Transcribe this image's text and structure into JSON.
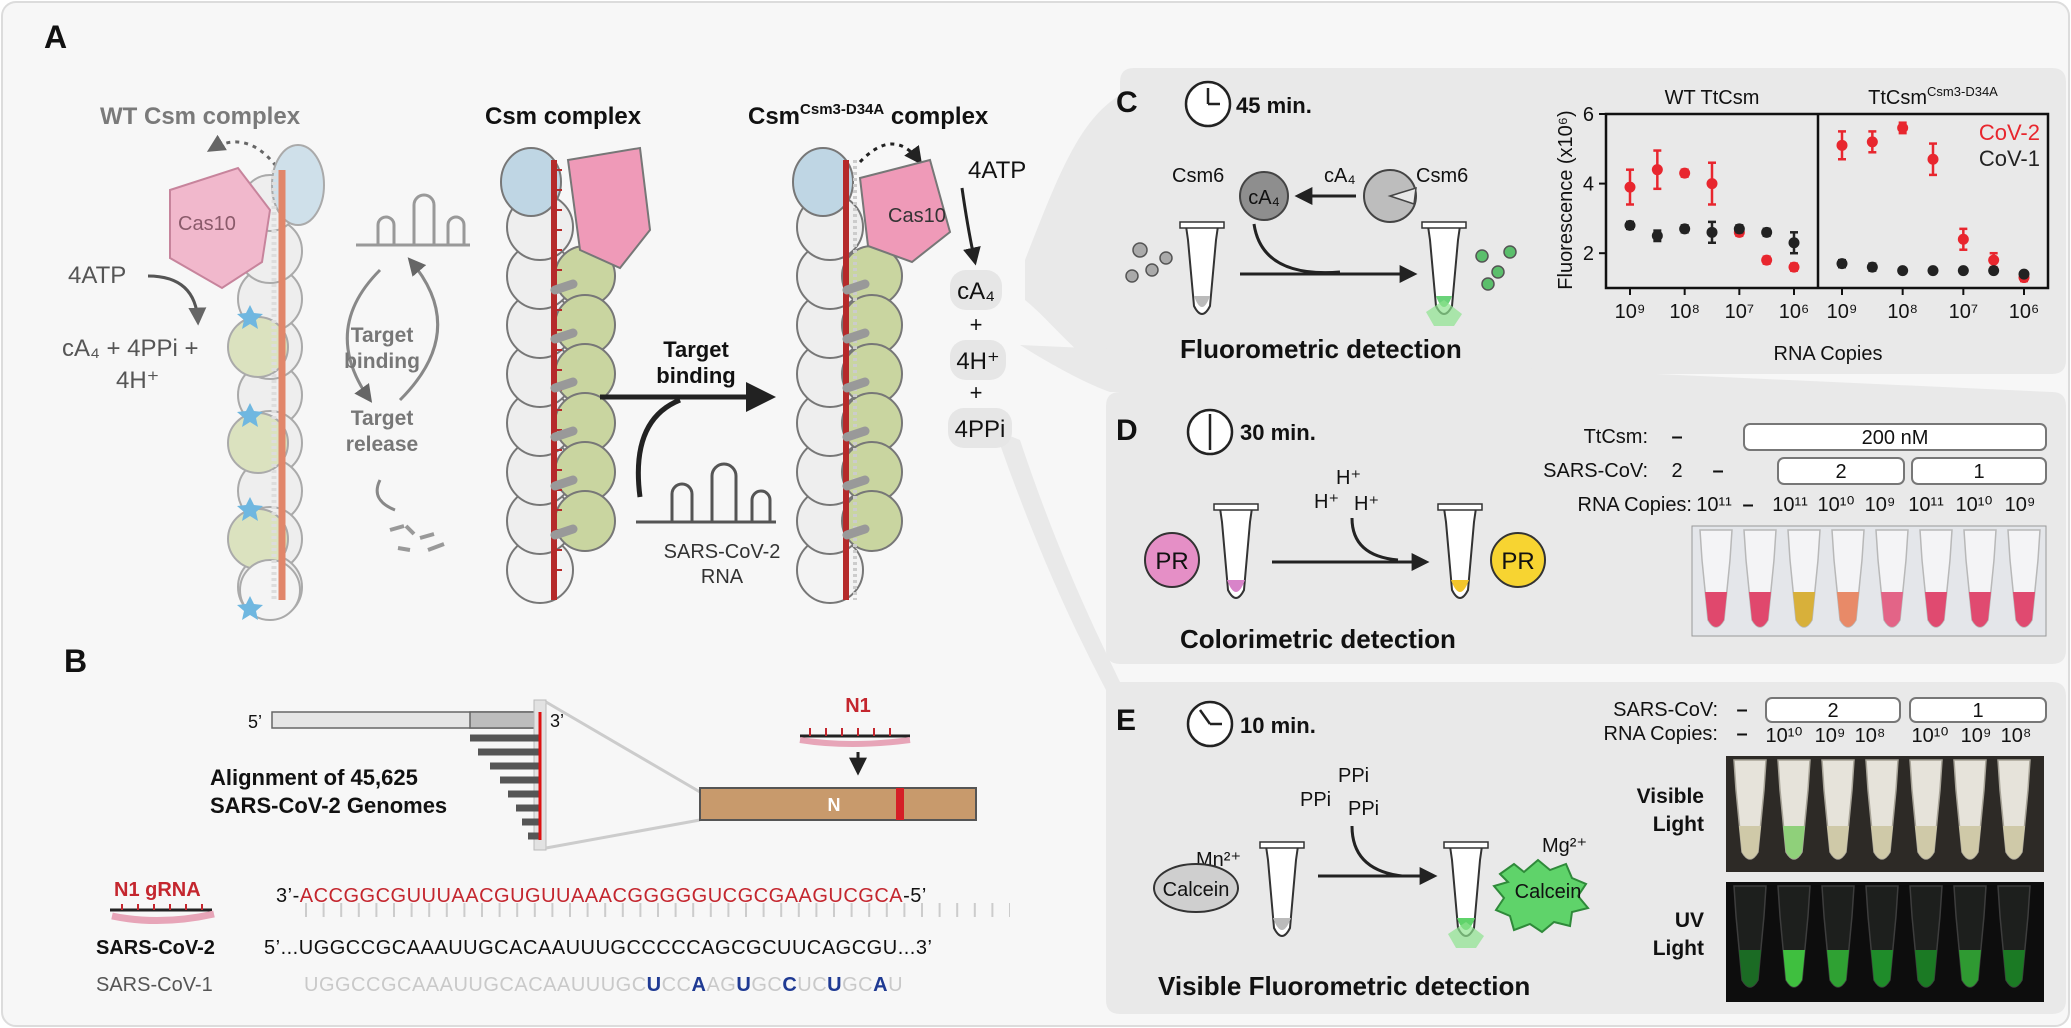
{
  "panels": {
    "A": {
      "letter": "A",
      "wt_title": "WT Csm complex",
      "csm_title": "Csm complex",
      "d34a_title_main": "Csm",
      "d34a_title_sup": "Csm3-D34A",
      "d34a_title_rest": " complex",
      "cas10_label": "Cas10",
      "input_4atp_left": "4ATP",
      "products_line1": "cA₄ + 4PPi +",
      "products_line2": "4H⁺",
      "cycle_line1": "Target",
      "cycle_line2": "binding",
      "cycle_line3": "Target",
      "cycle_line4": "release",
      "target_binding_line1": "Target",
      "target_binding_line2": "binding",
      "rna_line1": "SARS-CoV-2",
      "rna_line2": "RNA",
      "input_4atp_right": "4ATP",
      "out_ca4": "cA₄",
      "out_plus1": "+",
      "out_4h": "4H⁺",
      "out_plus2": "+",
      "out_4ppi": "4PPi"
    },
    "B": {
      "letter": "B",
      "five_prime": "5’",
      "three_prime": "3’",
      "alignment_line1": "Alignment of 45,625",
      "alignment_line2": "SARS-CoV-2 Genomes",
      "n1_label": "N1",
      "n_label": "N",
      "gRNA_label": "N1 gRNA",
      "gRNA_prefix": "3’-",
      "gRNA_seq": "ACCGGCGUUUAACGUGUUAAACGGGGGUCGCGAAGUCGCA",
      "gRNA_suffix": "-5’",
      "cov2_label": "SARS-CoV-2",
      "cov2_prefix": "5’...",
      "cov2_seq": "UGGCCGCAAAUUGCACAAUUUGCCCCCAGCGCUUCAGCGU",
      "cov2_suffix": "...3’",
      "cov1_label": "SARS-CoV-1",
      "cov1_seq_parts": [
        {
          "t": "UGGCCGCAAAUUGCACAAUUUGC",
          "mm": false
        },
        {
          "t": "U",
          "mm": true
        },
        {
          "t": "CC",
          "mm": false
        },
        {
          "t": "A",
          "mm": true
        },
        {
          "t": "AG",
          "mm": false
        },
        {
          "t": "U",
          "mm": true
        },
        {
          "t": "GC",
          "mm": false
        },
        {
          "t": "C",
          "mm": true
        },
        {
          "t": "UC",
          "mm": false
        },
        {
          "t": "U",
          "mm": true
        },
        {
          "t": "GC",
          "mm": false
        },
        {
          "t": "A",
          "mm": true
        },
        {
          "t": "U",
          "mm": false
        }
      ]
    },
    "C": {
      "letter": "C",
      "time": "45 min.",
      "csm6_left": "Csm6",
      "csm6_right": "Csm6",
      "ca4_bound": "cA₄",
      "ca4_arrow": "cA₄",
      "caption": "Fluorometric detection"
    },
    "D": {
      "letter": "D",
      "time": "30 min.",
      "protons": [
        "H⁺",
        "H⁺",
        "H⁺"
      ],
      "pr_left": "PR",
      "pr_right": "PR",
      "caption": "Colorimetric detection",
      "row_labels": [
        "TtCsm:",
        "SARS-CoV:",
        "RNA Copies:"
      ],
      "ttcsm_dash": "–",
      "ttcsm_box": "200 nM",
      "sarscov_first": "2",
      "sarscov_dash": "–",
      "sarscov_boxes": [
        "2",
        "1"
      ],
      "copies_first": "10¹¹",
      "copies_dash": "–",
      "copies": [
        "10¹¹",
        "10¹⁰",
        "10⁹",
        "10¹¹",
        "10¹⁰",
        "10⁹"
      ],
      "tube_colors": [
        "#e0486d",
        "#e0486d",
        "#d8b03a",
        "#e88a68",
        "#e36487",
        "#e04a70",
        "#e04a70",
        "#e04a70"
      ]
    },
    "E": {
      "letter": "E",
      "time": "10 min.",
      "ppi": [
        "PPi",
        "PPi",
        "PPi"
      ],
      "mn": "Mn²⁺",
      "mg": "Mg²⁺",
      "calcein_left": "Calcein",
      "calcein_right": "Calcein",
      "caption": "Visible Fluorometric detection",
      "row_labels": [
        "SARS-CoV:",
        "RNA Copies:"
      ],
      "sarscov_dash": "–",
      "sarscov_boxes": [
        "2",
        "1"
      ],
      "copies_dash": "–",
      "copies": [
        "10¹⁰",
        "10⁹",
        "10⁸",
        "10¹⁰",
        "10⁹",
        "10⁸"
      ],
      "visible_line1": "Visible",
      "visible_line2": "Light",
      "uv_line1": "UV",
      "uv_line2": "Light"
    }
  },
  "colors": {
    "cov2": "#e8262e",
    "cov1": "#222222",
    "grna": "#c4262e",
    "mismatch": "#1f3a93",
    "pr_pink": "#e58fc6",
    "pr_yellow": "#f7d431",
    "calcein_gray": "#cfcfcf",
    "calcein_green": "#5fd36a",
    "cas10": "#ef9ab8",
    "csm_green": "#c7d49a",
    "csm_blue": "#b9d3e2"
  },
  "chart_data": {
    "type": "scatter",
    "ylabel": "Fluorescence (x10⁶)",
    "xlabel": "RNA Copies",
    "yticks": [
      2,
      4,
      6
    ],
    "ylim": [
      1,
      6
    ],
    "xticks": [
      "10⁹",
      "10⁸",
      "10⁷",
      "10⁶"
    ],
    "x_log10": [
      9,
      8.5,
      8,
      7.5,
      7,
      6.5,
      6
    ],
    "legend": [
      "CoV-2",
      "CoV-1"
    ],
    "legend_position": "top-right",
    "panels": [
      {
        "title": "WT TtCsm",
        "series": [
          {
            "name": "CoV-2",
            "values": [
              3.9,
              4.4,
              4.3,
              4.0,
              2.6,
              1.8,
              1.6
            ],
            "err": [
              0.5,
              0.55,
              0.1,
              0.6,
              0.1,
              0.1,
              0.1
            ]
          },
          {
            "name": "CoV-1",
            "values": [
              2.8,
              2.5,
              2.7,
              2.6,
              2.7,
              2.6,
              2.3
            ],
            "err": [
              0.1,
              0.15,
              0.1,
              0.3,
              0.1,
              0.1,
              0.3
            ]
          }
        ]
      },
      {
        "title_main": "TtCsm",
        "title_sup": "Csm3-D34A",
        "series": [
          {
            "name": "CoV-2",
            "values": [
              5.1,
              5.2,
              5.6,
              4.7,
              2.4,
              1.8,
              1.3
            ],
            "err": [
              0.4,
              0.3,
              0.15,
              0.45,
              0.3,
              0.2,
              0.1
            ]
          },
          {
            "name": "CoV-1",
            "values": [
              1.7,
              1.6,
              1.5,
              1.5,
              1.5,
              1.5,
              1.4
            ],
            "err": [
              0.1,
              0.1,
              0.05,
              0.05,
              0.05,
              0.05,
              0.05
            ]
          }
        ]
      }
    ]
  }
}
